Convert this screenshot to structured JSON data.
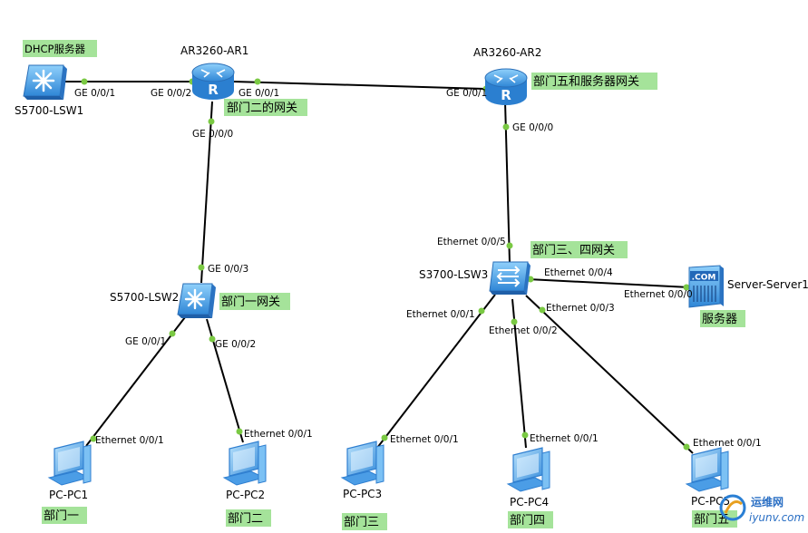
{
  "devices": {
    "lsw1": {
      "name": "S5700-LSW1"
    },
    "ar1": {
      "name": "AR3260-AR1"
    },
    "ar2": {
      "name": "AR3260-AR2"
    },
    "lsw2": {
      "name": "S5700-LSW2"
    },
    "lsw3": {
      "name": "S3700-LSW3"
    },
    "server1": {
      "name": "Server-Server1"
    },
    "pc1": {
      "name": "PC-PC1"
    },
    "pc2": {
      "name": "PC-PC2"
    },
    "pc3": {
      "name": "PC-PC3"
    },
    "pc4": {
      "name": "PC-PC4"
    },
    "pc5": {
      "name": "PC-PC5"
    }
  },
  "ports": {
    "lsw1_ar1": "GE 0/0/1",
    "ar1_lsw1": "GE 0/0/2",
    "ar1_ar2": "GE 0/0/1",
    "ar2_ar1": "GE 0/0/1",
    "ar1_lsw2": "GE 0/0/0",
    "lsw2_ar1": "GE 0/0/3",
    "ar2_lsw3": "GE 0/0/0",
    "lsw3_ar2": "Ethernet 0/0/5",
    "lsw3_server": "Ethernet 0/0/4",
    "server_lsw3": "Ethernet 0/0/0",
    "lsw2_pc1": "GE 0/0/1",
    "lsw2_pc2": "GE 0/0/2",
    "pc1_lsw2": "Ethernet 0/0/1",
    "pc2_lsw2": "Ethernet 0/0/1",
    "lsw3_pc3": "Ethernet 0/0/1",
    "lsw3_pc4": "Ethernet 0/0/2",
    "lsw3_pc5": "Ethernet 0/0/3",
    "pc3_lsw3": "Ethernet 0/0/1",
    "pc4_lsw3": "Ethernet 0/0/1",
    "pc5_lsw3": "Ethernet 0/0/1"
  },
  "notes": {
    "dhcp_server": "DHCP服务器",
    "dept2_gw": "部门二的网关",
    "dept5_gw": "部门五和服务器网关",
    "dept1_gw": "部门一网关",
    "dept34_gw": "部门三、四网关",
    "server": "服务器",
    "dept1": "部门一",
    "dept2": "部门二",
    "dept3": "部门三",
    "dept4": "部门四",
    "dept5": "部门五"
  },
  "server_icon_text": ".COM",
  "watermark": {
    "cn": "运维网",
    "en": "iyunv.com"
  },
  "colors": {
    "link": "#000000",
    "port_dot": "#7ac943",
    "note": "#a5e39a",
    "device": "#4fa3e6"
  }
}
